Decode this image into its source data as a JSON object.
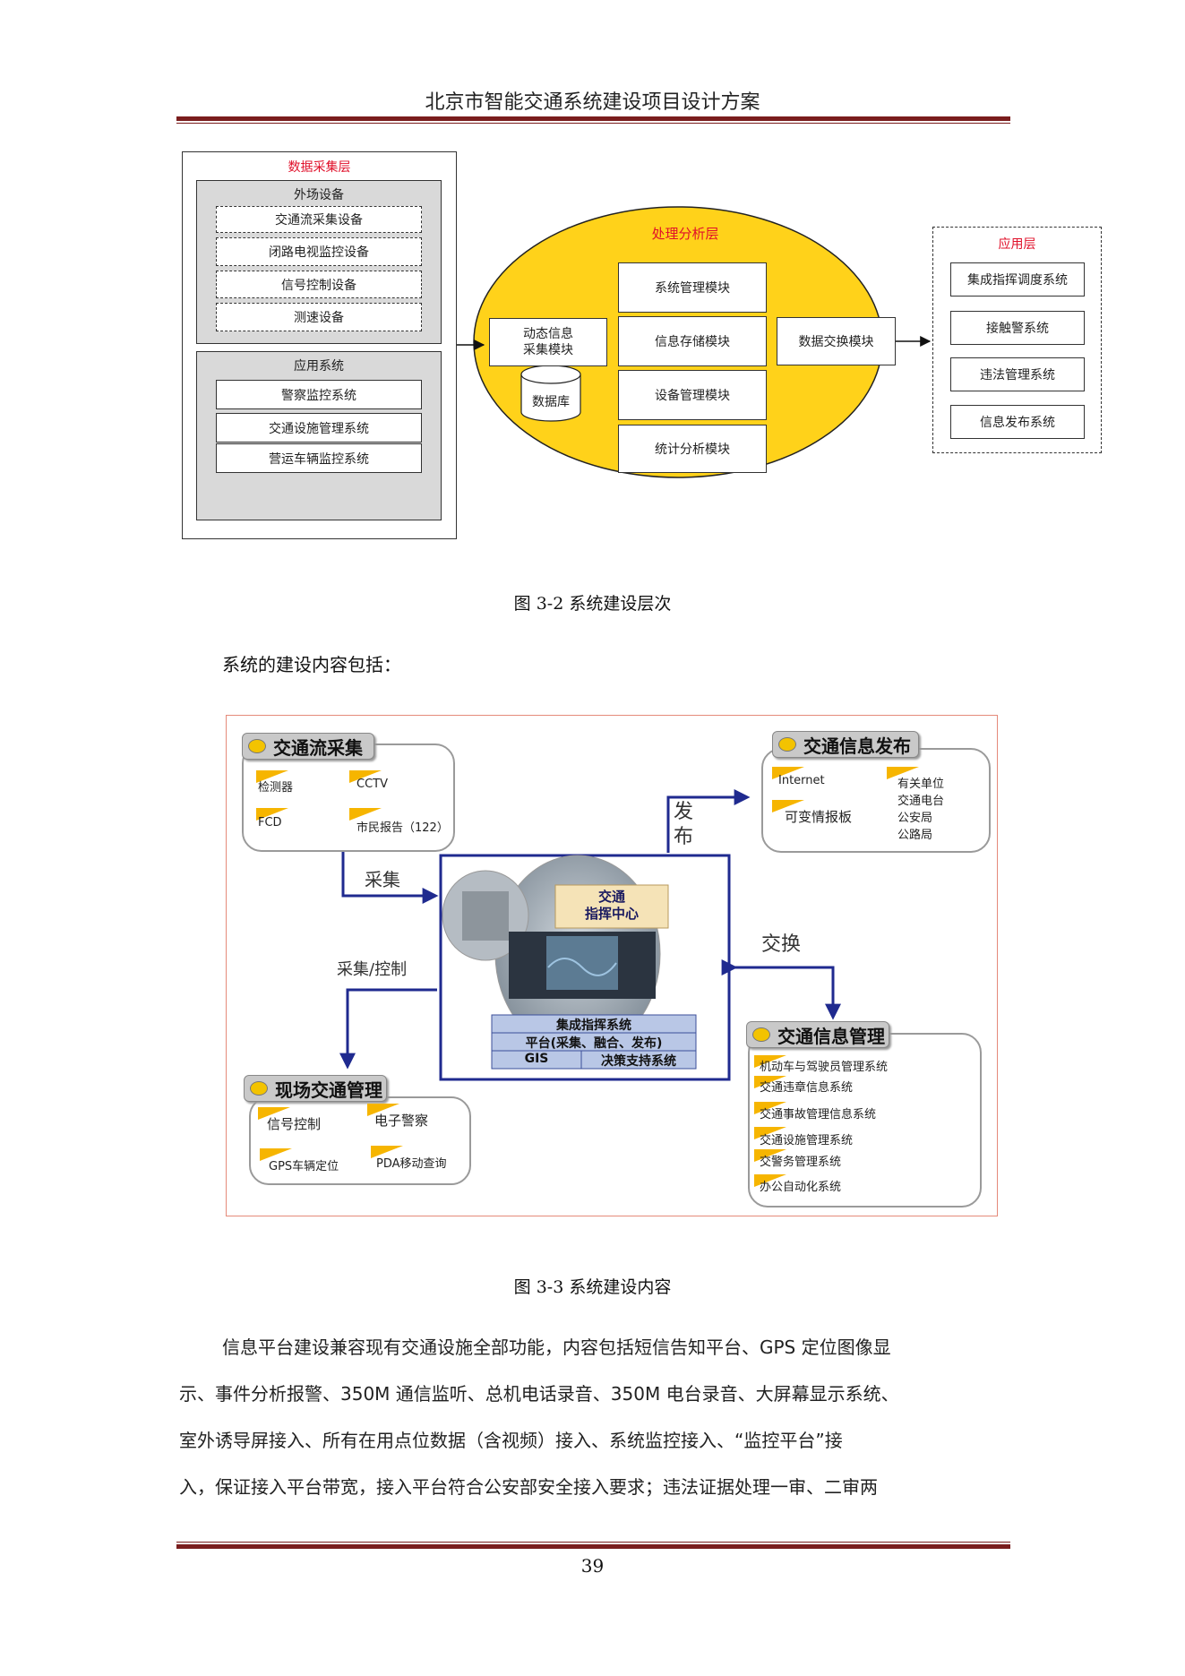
{
  "header": {
    "title": "北京市智能交通系统建设项目设计方案"
  },
  "fig32": {
    "collect_layer": {
      "title": "数据采集层",
      "field_group": {
        "title": "外场设备",
        "items": [
          "交通流采集设备",
          "闭路电视监控设备",
          "信号控制设备",
          "测速设备"
        ]
      },
      "app_group": {
        "title": "应用系统",
        "items": [
          "警察监控系统",
          "交通设施管理系统",
          "营运车辆监控系统"
        ]
      }
    },
    "process_layer": {
      "title": "处理分析层",
      "dynamic_module": "动态信息\n采集模块",
      "database": "数据库",
      "modules": [
        "系统管理模块",
        "信息存储模块",
        "设备管理模块",
        "统计分析模块"
      ],
      "exchange_module": "数据交换模块"
    },
    "app_layer": {
      "title": "应用层",
      "items": [
        "集成指挥调度系统",
        "接触警系统",
        "违法管理系统",
        "信息发布系统"
      ]
    },
    "caption": "图 3-2 系统建设层次"
  },
  "intro_text": "系统的建设内容包括：",
  "fig33": {
    "flow_collect": {
      "title": "交通流采集",
      "items": [
        "检测器",
        "CCTV",
        "FCD",
        "市民报告（122）"
      ]
    },
    "info_publish": {
      "title": "交通信息发布",
      "items": [
        "Internet",
        "可变情报板",
        "有关单位"
      ],
      "units": [
        "交通电台",
        "公安局",
        "公路局"
      ]
    },
    "center": {
      "title": "交通\n指挥中心",
      "row1": "集成指挥系统",
      "row2": "平台(采集、融合、发布)",
      "row3a": "GIS",
      "row3b": "决策支持系统"
    },
    "field_mgmt": {
      "title": "现场交通管理",
      "items": [
        "信号控制",
        "电子警察",
        "GPS车辆定位",
        "PDA移动查询"
      ]
    },
    "info_mgmt": {
      "title": "交通信息管理",
      "items": [
        "机动车与驾驶员管理系统",
        "交通违章信息系统",
        "交通事故管理信息系统",
        "交通设施管理系统",
        "交警务管理系统",
        "办公自动化系统"
      ]
    },
    "arrows": {
      "collect": "采集",
      "publish": "发\n布",
      "exchange": "交换",
      "collect_control": "采集/控制"
    },
    "caption": "图 3-3 系统建设内容"
  },
  "body_text": [
    "信息平台建设兼容现有交通设施全部功能，内容包括短信告知平台、GPS 定位图像显",
    "示、事件分析报警、350M 通信监听、总机电话录音、350M 电台录音、大屏幕显示系统、",
    "室外诱导屏接入、所有在用点位数据（含视频）接入、系统监控接入、“监控平台”接",
    "入，保证接入平台带宽，接入平台符合公安部安全接入要求；违法证据处理一审、二审两"
  ],
  "footer": {
    "page_number": "39"
  },
  "colors": {
    "rule": "#7a1d1d",
    "accent_red": "#e0102a",
    "ellipse_yellow": "#ffd21a",
    "flag_orange": "#f6b500",
    "navy_arrow": "#1f2a8f"
  }
}
